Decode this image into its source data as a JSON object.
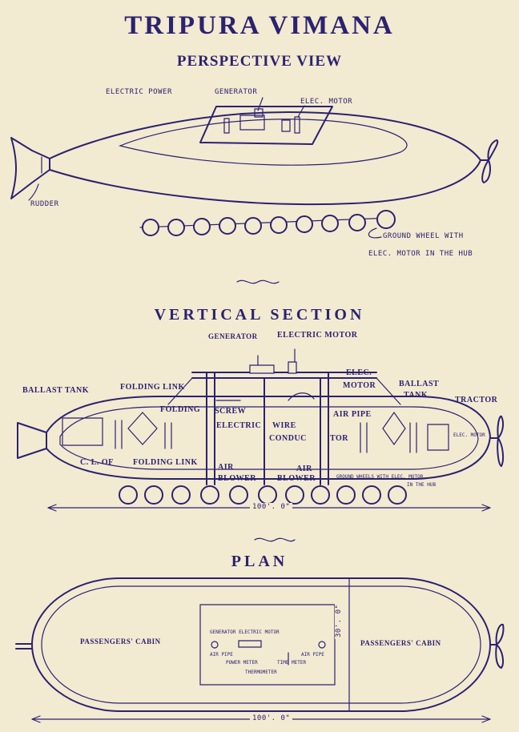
{
  "title": "TRIPURA VIMANA",
  "perspective": {
    "heading": "PERSPECTIVE VIEW",
    "labels": {
      "electric_power": "ELECTRIC POWER",
      "generator": "GENERATOR",
      "elec_motor": "ELEC. MOTOR",
      "rudder": "RUDDER",
      "ground_wheel_1": "GROUND WHEEL WITH",
      "ground_wheel_2": "ELEC. MOTOR IN THE HUB"
    }
  },
  "vertical_section": {
    "heading": "VERTICAL SECTION",
    "labels": {
      "generator": "GENERATOR",
      "electric_motor": "ELECTRIC MOTOR",
      "elec": "ELEC.",
      "motor": "MOTOR",
      "ballast_tank_left": "BALLAST TANK",
      "folding_link": "FOLDING LINK",
      "ballast": "BALLAST",
      "tank": "TANK",
      "tractor": "TRACTOR",
      "folding": "FOLDING",
      "screw": "SCREW",
      "air_pipe": "AIR PIPE",
      "electric": "ELECTRIC",
      "wire": "WIRE",
      "conduc": "CONDUC",
      "tor": "TOR",
      "cl_of": "C. L. OF",
      "folding_link_2": "FOLDING LINK",
      "air_1": "AIR",
      "blower_1": "BLOWER",
      "air_2": "AIR",
      "blower_2": "BLOWER",
      "ground_note_1": "GROUND WHEELS WITH ELEC. MOTOR",
      "ground_note_2": "IN THE HUB",
      "elec_motor_small": "ELEC. MOTOR",
      "dimension": "100'. 0\""
    }
  },
  "plan": {
    "heading": "PLAN",
    "labels": {
      "passengers_left": "PASSENGERS' CABIN",
      "passengers_right": "PASSENGERS' CABIN",
      "gen_elec_motor": "GENERATOR  ELECTRIC MOTOR",
      "air_pipe_left": "AIR PIPE",
      "air_pipe_right": "AIR PIPE",
      "power_meter": "POWER METER",
      "time_meter": "TIME METER",
      "thermometer": "THERMOMETER",
      "dimension_bottom": "100'. 0\"",
      "dimension_side": "30'. 0\""
    }
  }
}
